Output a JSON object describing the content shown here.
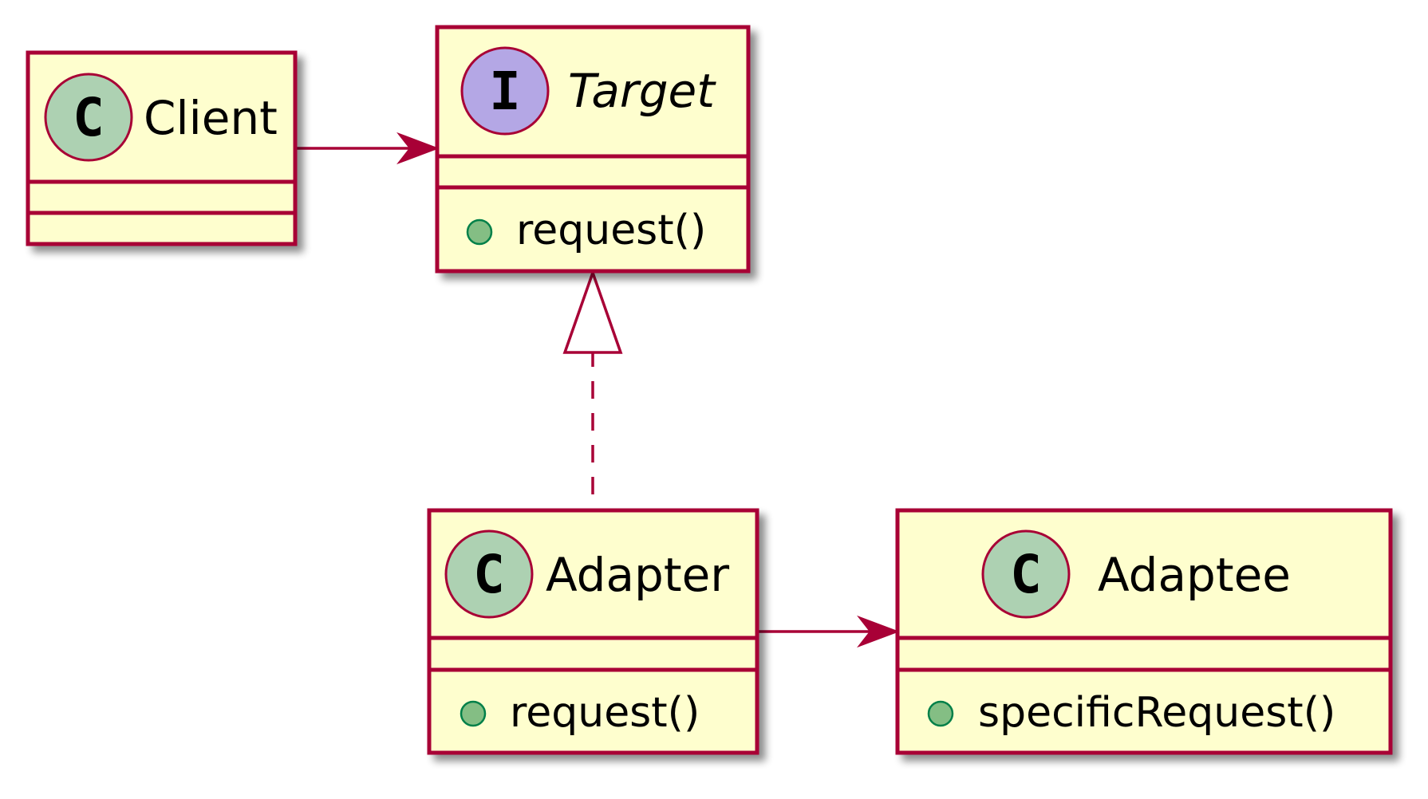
{
  "diagram": {
    "classes": {
      "client": {
        "badge": "C",
        "name": "Client",
        "methods": []
      },
      "target": {
        "badge": "I",
        "name": "Target",
        "methods": [
          "request()"
        ]
      },
      "adapter": {
        "badge": "C",
        "name": "Adapter",
        "methods": [
          "request()"
        ]
      },
      "adaptee": {
        "badge": "C",
        "name": "Adaptee",
        "methods": [
          "specificRequest()"
        ]
      }
    },
    "relations": [
      {
        "from": "Client",
        "to": "Target",
        "kind": "association"
      },
      {
        "from": "Adapter",
        "to": "Target",
        "kind": "realization"
      },
      {
        "from": "Adapter",
        "to": "Adaptee",
        "kind": "association"
      }
    ],
    "colors": {
      "border": "#A80036",
      "class_fill": "#FEFECE",
      "class_badge": "#ADD1B2",
      "interface_badge": "#B4A7E5",
      "public_dot": "#84BE84"
    }
  }
}
